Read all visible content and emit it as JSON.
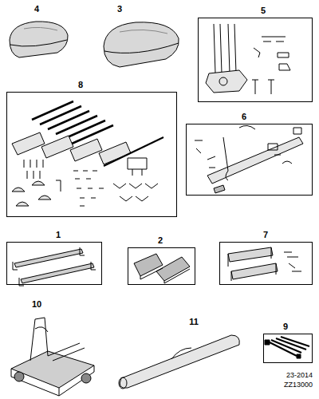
{
  "diagram": {
    "nodes": [
      {
        "text": [
          "5"
        ]
      },
      {
        "text": [
          "8"
        ]
      },
      {
        "text": [
          "6"
        ]
      },
      {
        "text": [
          "1"
        ]
      },
      {
        "text": [
          "2"
        ]
      },
      {
        "text": [
          "7"
        ]
      },
      {
        "text": [
          "9"
        ]
      }
    ],
    "edges": [],
    "labels": [
      "4",
      "3",
      "10",
      "11",
      "23-2014",
      "ZZ13000"
    ]
  }
}
